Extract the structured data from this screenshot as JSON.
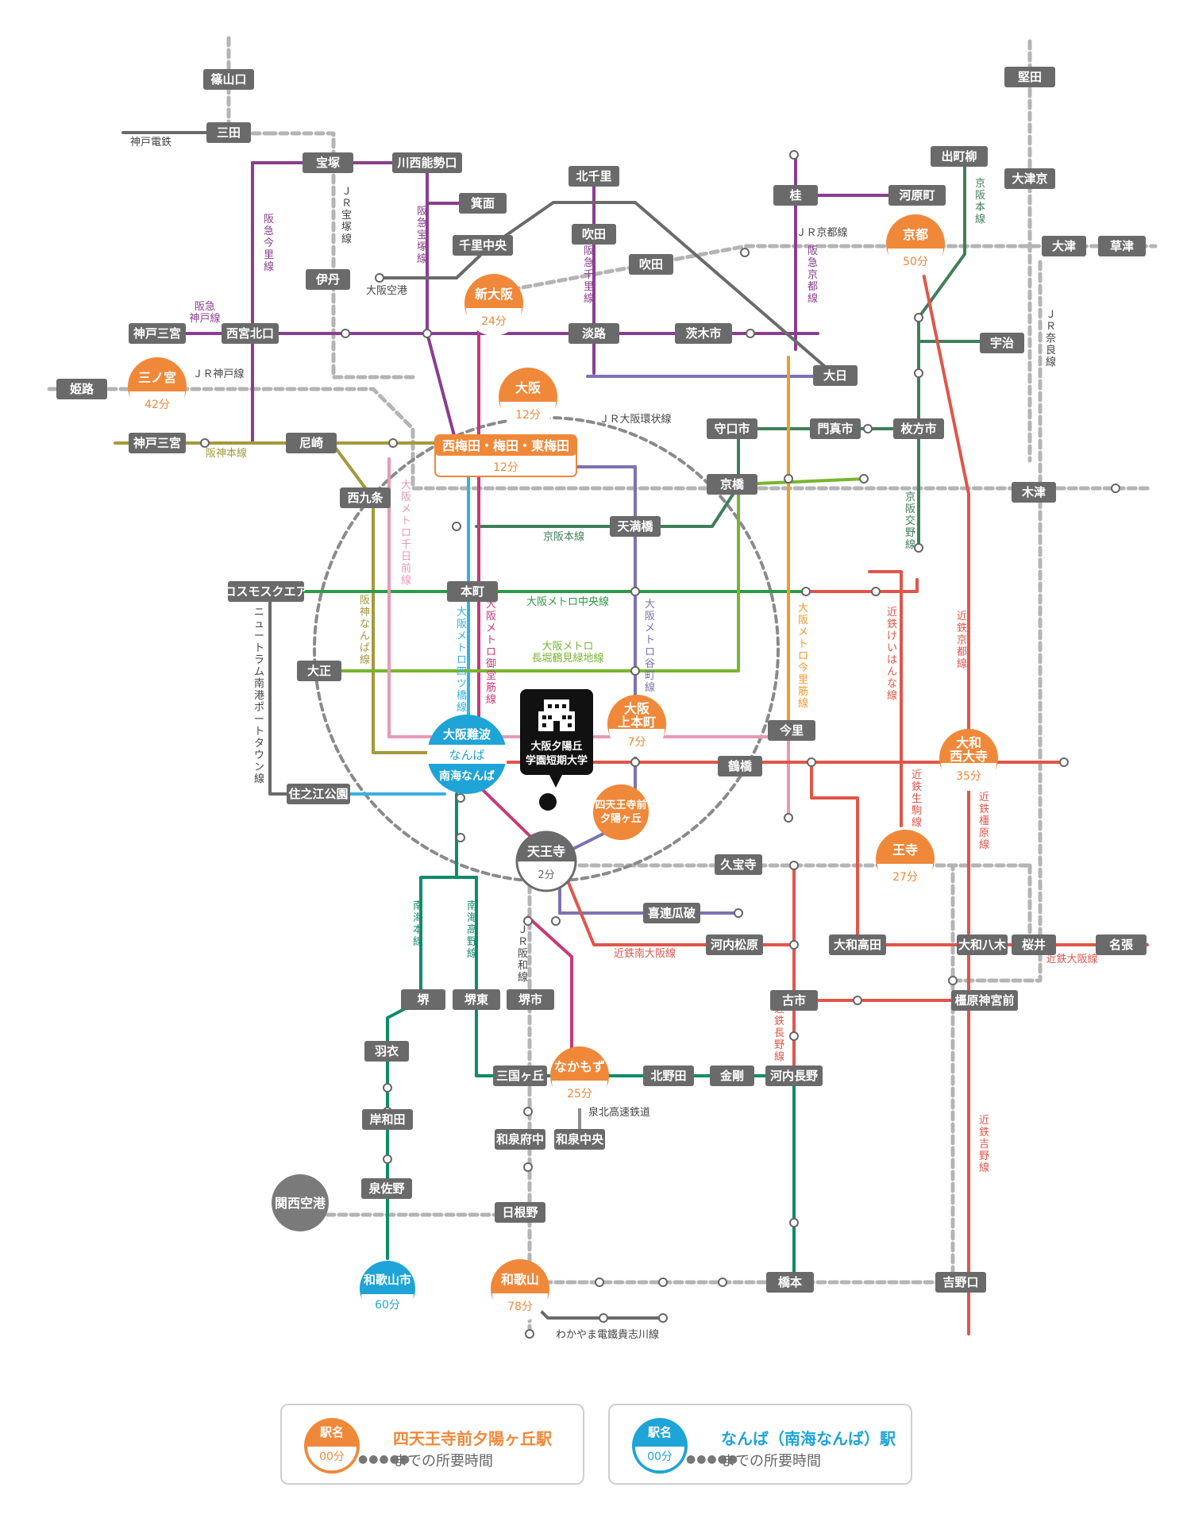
{
  "colors": {
    "station_gray": "#6a6a6a",
    "orange": "#f0883a",
    "blue": "#1ea4d6",
    "jr_dash": "#b4b4b4",
    "hankyu": "#8b3d8f",
    "hanshin": "#a39a3a",
    "keihan": "#3f7f5a",
    "metro_midosuji": "#c8387a",
    "metro_yotsubashi": "#35b2e0",
    "metro_tanimachi": "#7d72b3",
    "metro_chuo": "#2d9b45",
    "metro_nagahori": "#78b52f",
    "metro_sennichimae": "#e59ab8",
    "metro_imazatosuji": "#f29a2e",
    "kintetsu": "#e0564a",
    "nankai": "#0f8b6a",
    "gray_line": "#6a6a6a",
    "semboku": "#8d8d8d",
    "kobe_dentetsu": "#6a6a6a",
    "jr_ring_circle": "#8a8a8a",
    "jr_ring_fill": "#ffffff"
  },
  "map_title": "",
  "gray_stations": {
    "sasayamaguchi": "篠山口",
    "sanda": "三田",
    "takarazuka": "宝塚",
    "kawanishinose": "川西能勢口",
    "minoh": "箕面",
    "senrichuo": "千里中央",
    "itami": "伊丹",
    "kobesannomiya1": "神戸三宮",
    "nishinomiyakitaguchi": "西宮北口",
    "awaji": "淡路",
    "ibarakishi": "茨木市",
    "himeji": "姫路",
    "kobesannomiya2": "神戸三宮",
    "amagasaki": "尼崎",
    "kitasenri": "北千里",
    "suita1": "吹田",
    "suita2": "吹田",
    "katsura": "桂",
    "kawaramachi": "河原町",
    "demachiyanagi": "出町柳",
    "katata": "堅田",
    "otsukyo": "大津京",
    "otsu": "大津",
    "kusatsu": "草津",
    "uji": "宇治",
    "dainichi": "大日",
    "moriguchishi": "守口市",
    "kadomashi": "門真市",
    "hirakatashi": "枚方市",
    "kyobashi": "京橋",
    "kizu": "木津",
    "nishikujo": "西九条",
    "tenmabashi": "天満橋",
    "hommachi": "本町",
    "cosmosquare": "コスモスクエア",
    "taisho": "大正",
    "imazato": "今里",
    "tsuruhashi": "鶴橋",
    "suminoekoen": "住之江公園",
    "kudara": "久宝寺",
    "kireuriwari": "喜連瓜破",
    "kawachimatsubara": "河内松原",
    "yamatotakada": "大和高田",
    "yamatoyagi": "大和八木",
    "sakurai": "桜井",
    "nabari": "名張",
    "sakai": "堺",
    "sakaihigashi": "堺東",
    "sakaishi": "堺市",
    "furuichi": "古市",
    "kashiharajingumae": "橿原神宮前",
    "hagoromo": "羽衣",
    "mikunigaoka": "三国ヶ丘",
    "kitanoda": "北野田",
    "kongo": "金剛",
    "kawachinagano": "河内長野",
    "kishiwada": "岸和田",
    "izumifuchu": "和泉府中",
    "izumichuo": "和泉中央",
    "izumisano": "泉佐野",
    "hineno": "日根野",
    "hashimoto": "橋本",
    "yoshinoguchi": "吉野口"
  },
  "orange_stations": {
    "shinosaka": {
      "name": "新大阪",
      "time": "24分"
    },
    "sannomiya": {
      "name": "三ノ宮",
      "time": "42分"
    },
    "osaka": {
      "name": "大阪",
      "time": "12分"
    },
    "kyoto": {
      "name": "京都",
      "time": "50分"
    },
    "uehommachi": {
      "name": "大阪\n上本町",
      "time": "7分"
    },
    "yamatosaidaiji": {
      "name": "大和\n西大寺",
      "time": "35分"
    },
    "nara": {
      "name": "王寺",
      "time": "27分"
    },
    "nakamozu": {
      "name": "なかもず",
      "time": "25分"
    },
    "wakayama": {
      "name": "和歌山",
      "time": "78分"
    }
  },
  "umeda": {
    "name": "西梅田・梅田・東梅田",
    "time": "12分"
  },
  "tennoji": {
    "name": "天王寺",
    "time": "2分"
  },
  "shitennoji": {
    "name": "四天王寺前\n夕陽ヶ丘"
  },
  "namba": {
    "top": "大阪難波",
    "mid": "なんば",
    "bot": "南海なんば"
  },
  "wakayamashi": {
    "name": "和歌山市",
    "time": "60分"
  },
  "kansai_airport": "関西空港",
  "school": "大阪夕陽丘\n学園短期大学",
  "line_labels": {
    "kobe_dentetsu": "神戸電鉄",
    "jr_takarazuka": "ＪＲ宝塚線",
    "hankyu_imazu": "阪急今里線",
    "hankyu_takarazuka": "阪急宝塚線",
    "osaka_airport": "大阪空港",
    "hankyu_kobe": "阪急\n神戸線",
    "jr_kobe": "ＪＲ神戸線",
    "hanshin_main": "阪神本線",
    "hankyu_senri": "阪急千里線",
    "jr_kyoto": "ＪＲ京都線",
    "hankyu_kyoto": "阪急京都線",
    "keihan_main": "京阪本線",
    "jr_nara": "ＪＲ奈良線",
    "jr_loop": "ＪＲ大阪環状線",
    "keihan_katano": "京阪交野線",
    "keihan_line": "京阪本線",
    "metro_sennichimae": "大阪メトロ千日前線",
    "metro_chuo": "大阪メトロ中央線",
    "hanshin_namba": "阪神なんば線",
    "metro_yotsubashi": "大阪メトロ四ツ橋線",
    "metro_midosuji": "大阪メトロ御堂筋線",
    "metro_tanimachi": "大阪メトロ谷町線",
    "metro_nagahori": "大阪メトロ\n長堀鶴見緑地線",
    "metro_imazatosuji": "大阪メトロ今里筋線",
    "kintetsu_ikoma": "近鉄けいはんな線",
    "kintetsu_kyoto": "近鉄京都線",
    "newtram": "ニュートラム南港ポートタウン線",
    "kintetsu_ikoma2": "近鉄生駒線",
    "kintetsu_kashihara": "近鉄橿原線",
    "kintetsu_minamiosaka": "近鉄南大阪線",
    "kintetsu_osaka": "近鉄大阪線",
    "jr_hanwa": "ＪＲ阪和線",
    "nankai_main": "南海本線",
    "nankai_koya": "南海高野線",
    "kintetsu_nagano": "近鉄長野線",
    "semboku": "泉北高速鉄道",
    "kintetsu_yoshino": "近鉄吉野線",
    "wakayama_dentetsu": "わかやま電鐵貴志川線"
  },
  "legend": [
    {
      "circle_top": "駅名",
      "circle_bottom": "00分",
      "station": "四天王寺前夕陽ヶ丘駅",
      "desc": "までの所要時間",
      "color": "#f0883a"
    },
    {
      "circle_top": "駅名",
      "circle_bottom": "00分",
      "station": "なんば（南海なんば）駅",
      "desc": "までの所要時間",
      "color": "#1ea4d6"
    }
  ]
}
